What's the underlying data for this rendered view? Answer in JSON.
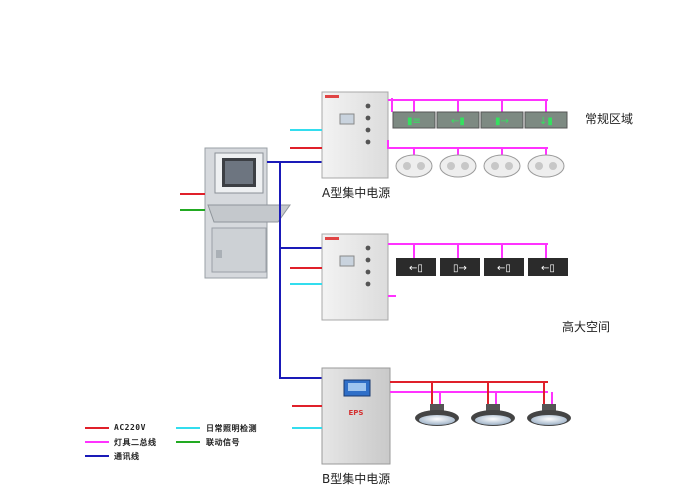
{
  "labels": {
    "zone_regular": "常规区域",
    "zone_high_space": "高大空间",
    "power_a": "A型集中电源",
    "power_b": "B型集中电源",
    "cabinet_b_badge": "EPS"
  },
  "legend": [
    {
      "id": "ac220v",
      "text": "AC220V",
      "color": "#e0202a"
    },
    {
      "id": "lamp_bus",
      "text": "灯具二总线",
      "color": "#ff33ff"
    },
    {
      "id": "comm_line",
      "text": "通讯线",
      "color": "#1a1ab8"
    },
    {
      "id": "daily_detect",
      "text": "日常照明检测",
      "color": "#33ddee"
    },
    {
      "id": "linkage",
      "text": "联动信号",
      "color": "#22aa22"
    }
  ],
  "icons": [
    "control-console-icon",
    "power-cabinet-icon",
    "exit-sign-icon",
    "ceiling-lamp-icon",
    "high-bay-lamp-icon"
  ],
  "colors": {
    "ac": "#e0202a",
    "bus": "#ff33ff",
    "comm": "#1a1ab8",
    "detect": "#33ddee",
    "link": "#22aa22"
  }
}
